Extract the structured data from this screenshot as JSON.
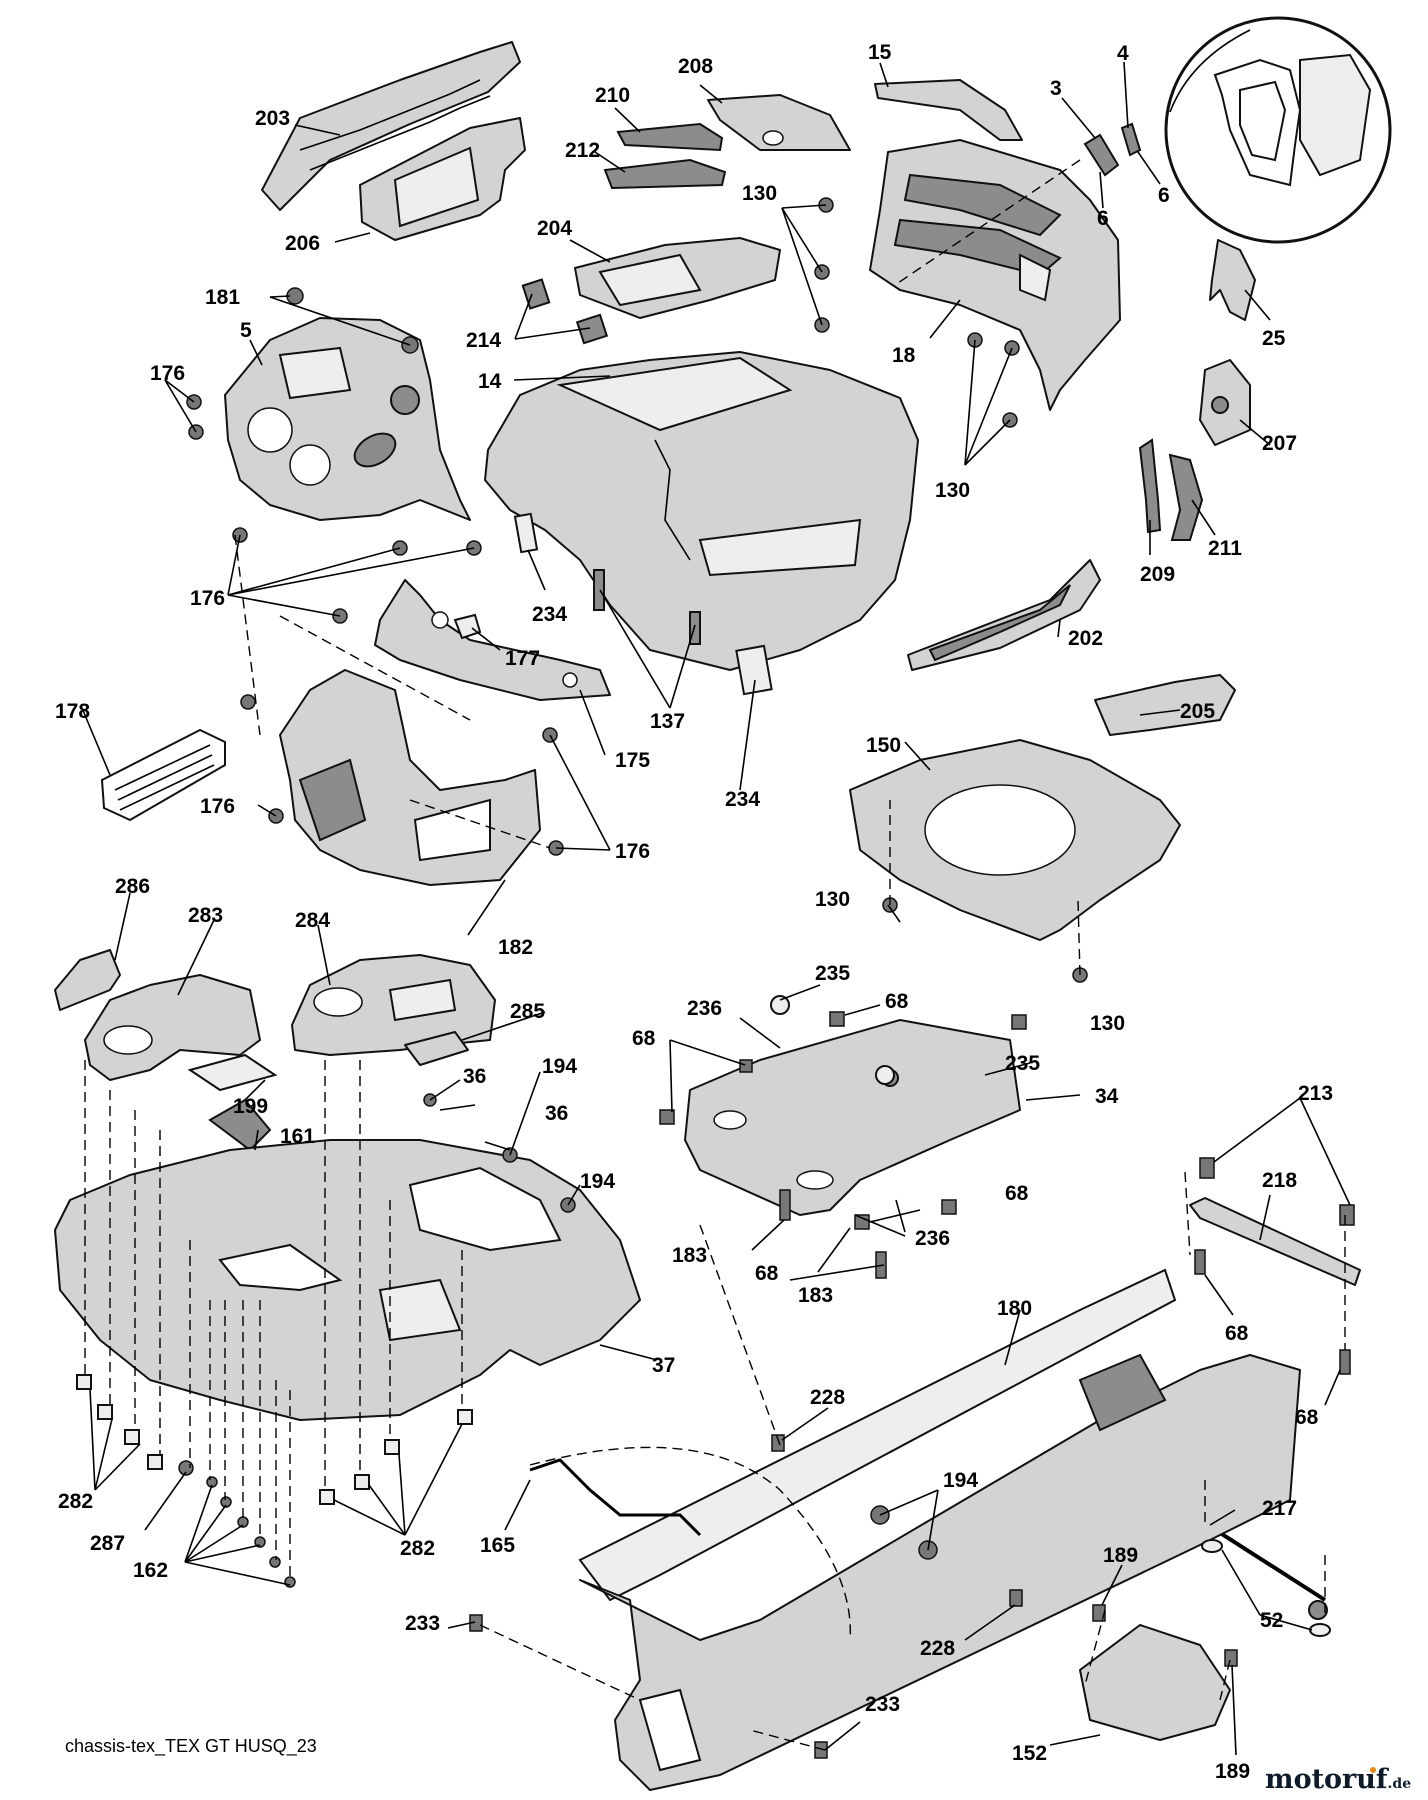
{
  "diagram": {
    "caption": "chassis-tex_TEX GT HUSQ_23",
    "watermark": "motoruf.de",
    "callouts": [
      {
        "id": "c203",
        "text": "203"
      },
      {
        "id": "c206",
        "text": "206"
      },
      {
        "id": "c210",
        "text": "210"
      },
      {
        "id": "c208",
        "text": "208"
      },
      {
        "id": "c212",
        "text": "212"
      },
      {
        "id": "c15",
        "text": "15"
      },
      {
        "id": "c4",
        "text": "4"
      },
      {
        "id": "c3",
        "text": "3"
      },
      {
        "id": "c6a",
        "text": "6"
      },
      {
        "id": "c6b",
        "text": "6"
      },
      {
        "id": "c130a",
        "text": "130"
      },
      {
        "id": "c204",
        "text": "204"
      },
      {
        "id": "c181",
        "text": "181"
      },
      {
        "id": "c5",
        "text": "5"
      },
      {
        "id": "c214",
        "text": "214"
      },
      {
        "id": "c18",
        "text": "18"
      },
      {
        "id": "c25",
        "text": "25"
      },
      {
        "id": "c14",
        "text": "14"
      },
      {
        "id": "c176a",
        "text": "176"
      },
      {
        "id": "c207",
        "text": "207"
      },
      {
        "id": "c130b",
        "text": "130"
      },
      {
        "id": "c209",
        "text": "209"
      },
      {
        "id": "c211",
        "text": "211"
      },
      {
        "id": "c176b",
        "text": "176"
      },
      {
        "id": "c234a",
        "text": "234"
      },
      {
        "id": "c202",
        "text": "202"
      },
      {
        "id": "c177",
        "text": "177"
      },
      {
        "id": "c137",
        "text": "137"
      },
      {
        "id": "c205",
        "text": "205"
      },
      {
        "id": "c178",
        "text": "178"
      },
      {
        "id": "c175",
        "text": "175"
      },
      {
        "id": "c150",
        "text": "150"
      },
      {
        "id": "c234b",
        "text": "234"
      },
      {
        "id": "c176c",
        "text": "176"
      },
      {
        "id": "c176d",
        "text": "176"
      },
      {
        "id": "c130c",
        "text": "130"
      },
      {
        "id": "c286",
        "text": "286"
      },
      {
        "id": "c283",
        "text": "283"
      },
      {
        "id": "c284",
        "text": "284"
      },
      {
        "id": "c182",
        "text": "182"
      },
      {
        "id": "c235a",
        "text": "235"
      },
      {
        "id": "c130d",
        "text": "130"
      },
      {
        "id": "c236a",
        "text": "236"
      },
      {
        "id": "c68a",
        "text": "68"
      },
      {
        "id": "c285",
        "text": "285"
      },
      {
        "id": "c68b",
        "text": "68"
      },
      {
        "id": "c235b",
        "text": "235"
      },
      {
        "id": "c36a",
        "text": "36"
      },
      {
        "id": "c194a",
        "text": "194"
      },
      {
        "id": "c34",
        "text": "34"
      },
      {
        "id": "c213",
        "text": "213"
      },
      {
        "id": "c199",
        "text": "199"
      },
      {
        "id": "c36b",
        "text": "36"
      },
      {
        "id": "c161",
        "text": "161"
      },
      {
        "id": "c218",
        "text": "218"
      },
      {
        "id": "c194b",
        "text": "194"
      },
      {
        "id": "c68c",
        "text": "68"
      },
      {
        "id": "c236b",
        "text": "236"
      },
      {
        "id": "c183a",
        "text": "183"
      },
      {
        "id": "c68d",
        "text": "68"
      },
      {
        "id": "c183b",
        "text": "183"
      },
      {
        "id": "c180",
        "text": "180"
      },
      {
        "id": "c68e",
        "text": "68"
      },
      {
        "id": "c37",
        "text": "37"
      },
      {
        "id": "c228a",
        "text": "228"
      },
      {
        "id": "c68f",
        "text": "68"
      },
      {
        "id": "c194c",
        "text": "194"
      },
      {
        "id": "c282a",
        "text": "282"
      },
      {
        "id": "c217",
        "text": "217"
      },
      {
        "id": "c287",
        "text": "287"
      },
      {
        "id": "c165",
        "text": "165"
      },
      {
        "id": "c282b",
        "text": "282"
      },
      {
        "id": "c189a",
        "text": "189"
      },
      {
        "id": "c162",
        "text": "162"
      },
      {
        "id": "c52",
        "text": "52"
      },
      {
        "id": "c233a",
        "text": "233"
      },
      {
        "id": "c228b",
        "text": "228"
      },
      {
        "id": "c233b",
        "text": "233"
      },
      {
        "id": "c152",
        "text": "152"
      },
      {
        "id": "c189b",
        "text": "189"
      }
    ]
  }
}
